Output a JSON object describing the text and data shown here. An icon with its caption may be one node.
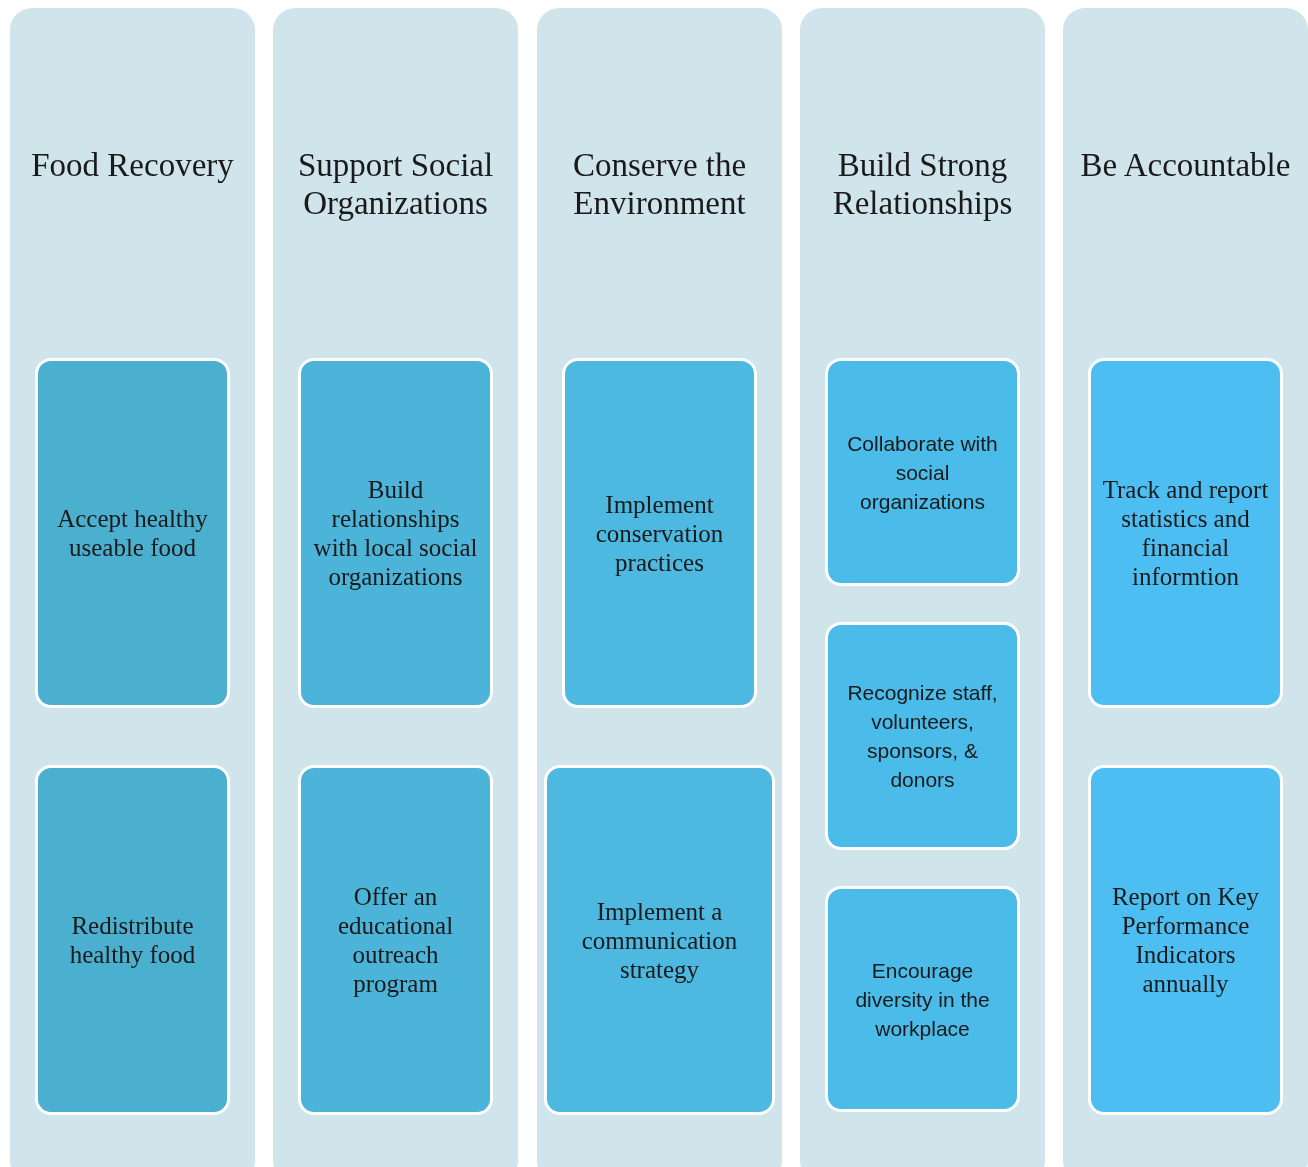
{
  "diagram": {
    "nodes": [
      {
        "text": [
          "Food Recovery"
        ]
      },
      {
        "text": [
          "Accept healthy useable food"
        ],
        "in": 0
      },
      {
        "text": [
          "Redistribute healthy food"
        ],
        "in": 0
      },
      {
        "text": [
          "Support Social Organizations"
        ]
      },
      {
        "text": [
          "Build relationships with local social organizations"
        ],
        "in": 3
      },
      {
        "text": [
          "Offer an educational outreach program"
        ],
        "in": 3
      },
      {
        "text": [
          "Conserve the Environment"
        ]
      },
      {
        "text": [
          "Implement conservation practices"
        ],
        "in": 6
      },
      {
        "text": [
          "Implement a communication strategy"
        ],
        "in": 6
      },
      {
        "text": [
          "Build Strong Relationships"
        ]
      },
      {
        "text": [
          "Collaborate with social organizations"
        ],
        "in": 9
      },
      {
        "text": [
          "Recognize staff, volunteers, sponsors, & donors"
        ],
        "in": 9
      },
      {
        "text": [
          "Encourage diversity in the workplace"
        ],
        "in": 9
      },
      {
        "text": [
          "Be Accountable"
        ]
      },
      {
        "text": [
          "Track and report statistics and financial informtion"
        ],
        "in": 13
      },
      {
        "text": [
          "Report on Key Performance Indicators annually"
        ],
        "in": 13
      }
    ]
  }
}
